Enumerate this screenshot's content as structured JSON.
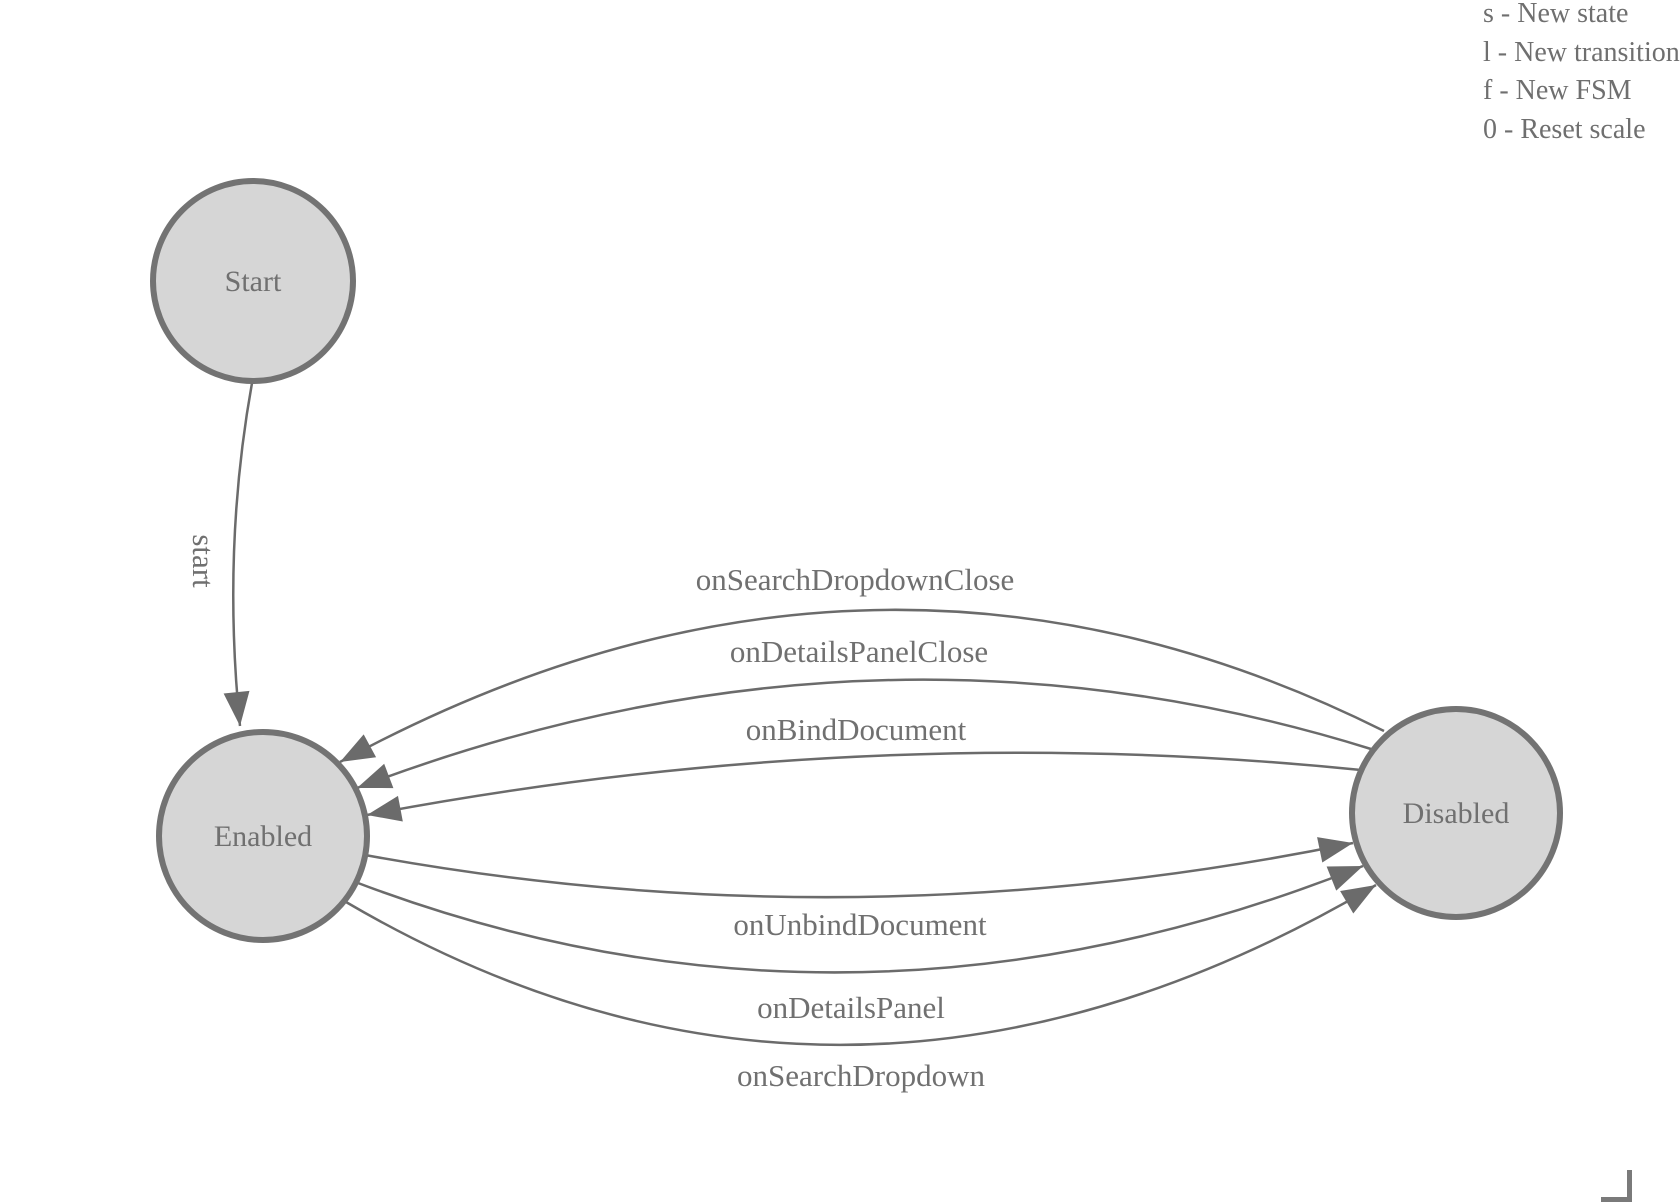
{
  "legend": {
    "items": [
      "s - New state",
      "l - New transition",
      "f - New FSM",
      "0 - Reset scale"
    ]
  },
  "diagram": {
    "nodes": [
      {
        "id": "start",
        "label": "Start"
      },
      {
        "id": "enabled",
        "label": "Enabled"
      },
      {
        "id": "disabled",
        "label": "Disabled"
      }
    ],
    "edges": [
      {
        "id": "e-start",
        "label": "start",
        "from": "start",
        "to": "enabled"
      },
      {
        "id": "e-sdc",
        "label": "onSearchDropdownClose",
        "from": "disabled",
        "to": "enabled"
      },
      {
        "id": "e-dpc",
        "label": "onDetailsPanelClose",
        "from": "disabled",
        "to": "enabled"
      },
      {
        "id": "e-bd",
        "label": "onBindDocument",
        "from": "disabled",
        "to": "enabled"
      },
      {
        "id": "e-ud",
        "label": "onUnbindDocument",
        "from": "enabled",
        "to": "disabled"
      },
      {
        "id": "e-dp",
        "label": "onDetailsPanel",
        "from": "enabled",
        "to": "disabled"
      },
      {
        "id": "e-sd",
        "label": "onSearchDropdown",
        "from": "enabled",
        "to": "disabled"
      }
    ],
    "colors": {
      "node_fill": "#d6d6d6",
      "node_stroke": "#737373",
      "edge": "#6b6b6b",
      "text": "#707070"
    }
  }
}
